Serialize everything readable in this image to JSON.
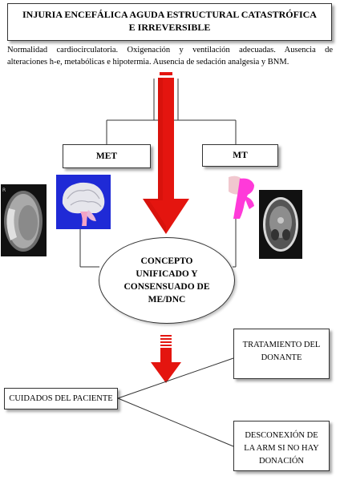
{
  "header": {
    "title": "INJURIA ENCEFÁLICA AGUDA ESTRUCTURAL CATASTRÓFICA E IRREVERSIBLE"
  },
  "intro": {
    "line1": "Normalidad cardiocirculatoria. Oxigenación y ventilación adecuadas. Ausencia de",
    "line2": "alteraciones h-e, metabólicas e hipotermia. Ausencia de sedación analgesia y BNM."
  },
  "branches": {
    "left_label": "MET",
    "right_label": "MT"
  },
  "center": {
    "lines": [
      "CONCEPTO",
      "UNIFICADO Y",
      "CONSENSUADO DE",
      "ME/DNC"
    ]
  },
  "care": {
    "label": "CUIDADOS DEL PACIENTE"
  },
  "outcomes": {
    "treatment_lines": [
      "TRATAMIENTO DEL",
      "DONANTE"
    ],
    "disconnect_lines": [
      "DESCONEXIÓN DE",
      "LA ARM SI NO HAY",
      "DONACIÓN"
    ]
  },
  "colors": {
    "arrow": "#e4150f",
    "brain_bg": "#1f2ad6",
    "highlight": "#ff3ad9"
  },
  "icons": {
    "ct_left": "ct-scan-hemorrhage-icon",
    "brain_left": "brain-sagittal-icon",
    "brain_right": "brainstem-sagittal-icon",
    "ct_right": "ct-scan-axial-icon"
  }
}
